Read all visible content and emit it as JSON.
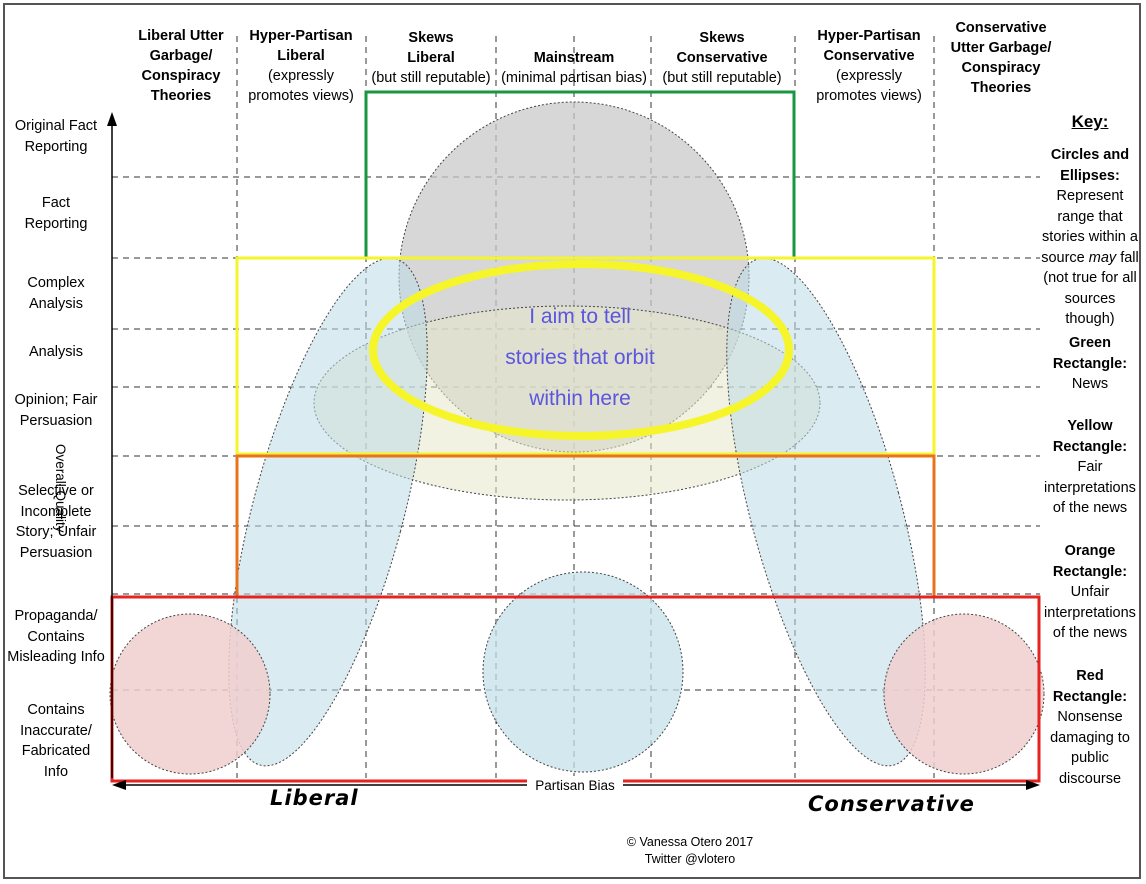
{
  "columns": [
    {
      "title": "Liberal Utter Garbage/ Conspiracy Theories",
      "lines": [
        "Liberal Utter",
        "Garbage/",
        "Conspiracy",
        "Theories"
      ],
      "sub": []
    },
    {
      "title": "Hyper-Partisan Liberal",
      "lines": [
        "Hyper-Partisan",
        "Liberal"
      ],
      "sub": [
        "(expressly",
        "promotes views)"
      ]
    },
    {
      "title": "Skews Liberal",
      "lines": [
        "Skews",
        "Liberal"
      ],
      "sub": [
        "(but still reputable)"
      ]
    },
    {
      "title": "Mainstream",
      "lines": [
        "Mainstream"
      ],
      "sub": [
        "(minimal partisan bias)"
      ]
    },
    {
      "title": "Skews Conservative",
      "lines": [
        "Skews",
        "Conservative"
      ],
      "sub": [
        "(but still reputable)"
      ]
    },
    {
      "title": "Hyper-Partisan Conservative",
      "lines": [
        "Hyper-Partisan",
        "Conservative"
      ],
      "sub": [
        "(expressly",
        "promotes views)"
      ]
    },
    {
      "title": "Conservative Utter Garbage/ Conspiracy Theories",
      "lines": [
        "Conservative",
        "Utter Garbage/",
        "Conspiracy",
        "Theories"
      ],
      "sub": []
    }
  ],
  "rows": [
    {
      "lines": [
        "Original Fact",
        "Reporting"
      ]
    },
    {
      "lines": [
        "Fact",
        "Reporting"
      ]
    },
    {
      "lines": [
        "Complex",
        "Analysis"
      ]
    },
    {
      "lines": [
        "Analysis"
      ]
    },
    {
      "lines": [
        "Opinion; Fair",
        "Persuasion"
      ]
    },
    {
      "lines": [
        "Selective or",
        "Incomplete",
        "Story; Unfair",
        "Persuasion"
      ]
    },
    {
      "lines": [
        "Propaganda/",
        "Contains",
        "Misleading Info"
      ]
    },
    {
      "lines": [
        "Contains",
        "Inaccurate/",
        "Fabricated",
        "Info"
      ]
    }
  ],
  "axes": {
    "y_label": "Overall Quality",
    "x_label": "Partisan Bias",
    "left_end": "Liberal",
    "right_end": "Conservative"
  },
  "key": {
    "title": "Key:",
    "items": [
      {
        "heading": "Circles and Ellipses:",
        "text_before": "Represent range that stories within a source",
        "emphasis": "may",
        "text_after": "fall (not true for all sources though)"
      },
      {
        "heading": "Green Rectangle:",
        "text": "News",
        "color": "#1a9641"
      },
      {
        "heading": "Yellow Rectangle:",
        "text": "Fair interpretations of the news",
        "color": "#f5f52a"
      },
      {
        "heading": "Orange Rectangle:",
        "text": "Unfair interpretations of the news",
        "color": "#e8731f"
      },
      {
        "heading": "Red Rectangle:",
        "text": "Nonsense damaging to public discourse",
        "color": "#e52320"
      }
    ]
  },
  "annotation": {
    "lines": [
      "I aim to tell",
      "stories that orbit",
      "within here"
    ],
    "color": "#5b55e0",
    "highlight_color": "#f5f52a"
  },
  "credit": {
    "line1": "© Vanessa Otero 2017",
    "line2": "Twitter @vlotero"
  }
}
